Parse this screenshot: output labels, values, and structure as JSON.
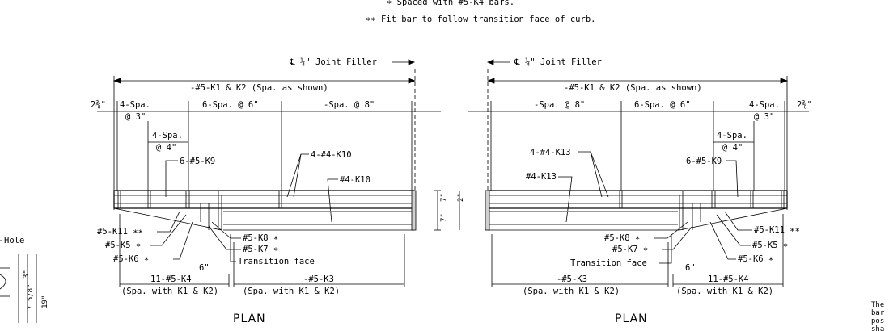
{
  "notes": {
    "note_single": "∗ Spaced with #5-K4 bars.",
    "note_double": "∗∗ Fit bar to follow transition face of curb."
  },
  "left_plan": {
    "joint_filler": "℄ ¼\" Joint Filler",
    "k1k2": "-#5-K1 & K2  (Spa. as shown)",
    "end_dim": "2⅜\"",
    "spa4_a": "4-Spa.",
    "spa4_a_at": "@ 3\"",
    "spa6": "6-Spa. @ 6\"",
    "spa8": "-Spa. @ 8\"",
    "spa4_b": "4-Spa.",
    "spa4_b_at": "@ 4\"",
    "k9": "6-#5-K9",
    "k10_a": "4-#4-K10",
    "k10_b": "#4-K10",
    "k11": "#5-K11 ∗∗",
    "k5": "#5-K5 ∗",
    "k6": "#5-K6 ∗",
    "k8": "#5-K8 ∗",
    "k7": "#5-K7 ∗",
    "transition": "Transition face",
    "six_in": "6\"",
    "k4": "11-#5-K4",
    "k4_spa": "(Spa. with K1 & K2)",
    "k3": "-#5-K3",
    "k3_spa": "(Spa. with K1 & K2)",
    "title": "PLAN"
  },
  "right_plan": {
    "joint_filler": "℄ ¼\" Joint Filler",
    "k1k2": "-#5-K1 & K2  (Spa. as shown)",
    "end_dim": "2⅜\"",
    "spa4_a": "4-Spa.",
    "spa4_a_at": "@ 3\"",
    "spa6": "6-Spa. @ 6\"",
    "spa8": "-Spa. @ 8\"",
    "spa4_b": "4-Spa.",
    "spa4_b_at": "@ 4\"",
    "k9": "6-#5-K9",
    "k13_a": "4-#4-K13",
    "k13_b": "#4-K13",
    "k11": "#5-K11 ∗∗",
    "k5": "#5-K5 ∗",
    "k6": "#5-K6 ∗",
    "k8": "#5-K8 ∗",
    "k7": "#5-K7 ∗",
    "transition": "Transition face",
    "six_in": "6\"",
    "k4": "11-#5-K4",
    "k4_spa": "(Spa. with K1 & K2)",
    "k3": "-#5-K3",
    "k3_spa": "(Spa. with K1 & K2)",
    "title": "PLAN"
  },
  "gap_dims": {
    "upper": "7\"",
    "upper_b": "2\"",
    "lower": "7\""
  },
  "left_edge": {
    "hole": "Hole",
    "d1": "3\"",
    "d2": "7 5/8\"",
    "d3": "19\""
  },
  "right_edge": {
    "line1": "The",
    "line2": "bar",
    "line3": "pos",
    "line4": "sha"
  }
}
